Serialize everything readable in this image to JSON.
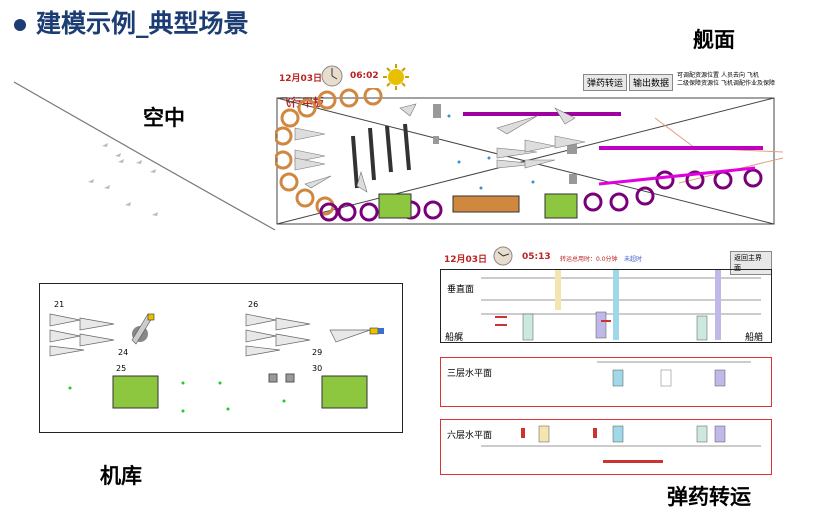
{
  "title": "建模示例_典型场景",
  "labels": {
    "deck": "舰面",
    "air": "空中",
    "hangar": "机库",
    "ammo": "弹药转运"
  },
  "deck_view": {
    "date": "12月03日",
    "time": "06:02",
    "buttons": {
      "ammo": "弹药转运",
      "output": "输出数据"
    },
    "legend": [
      "可调配资源位置",
      "人员去向",
      "飞机",
      "二级保障资源位",
      "飞机调配作业及保障"
    ],
    "red_label": "飞行甲板"
  },
  "hangar_view": {
    "numbers": [
      "21",
      "24",
      "25",
      "26",
      "29",
      "30"
    ]
  },
  "ammo_view": {
    "date": "12月03日",
    "time": "05:13",
    "info1": "转运总用时：0.0分钟",
    "info2": "未超时",
    "back": "返回主界面",
    "lanes": [
      "垂直面",
      "三层水平面",
      "六层水平面"
    ],
    "bow": "船艉",
    "stern": "船艏"
  },
  "colors": {
    "accent": "#1c3d73",
    "green": "#8dc63f",
    "purple": "#7a007a",
    "magenta": "#c000c0",
    "orange": "#d08840"
  }
}
